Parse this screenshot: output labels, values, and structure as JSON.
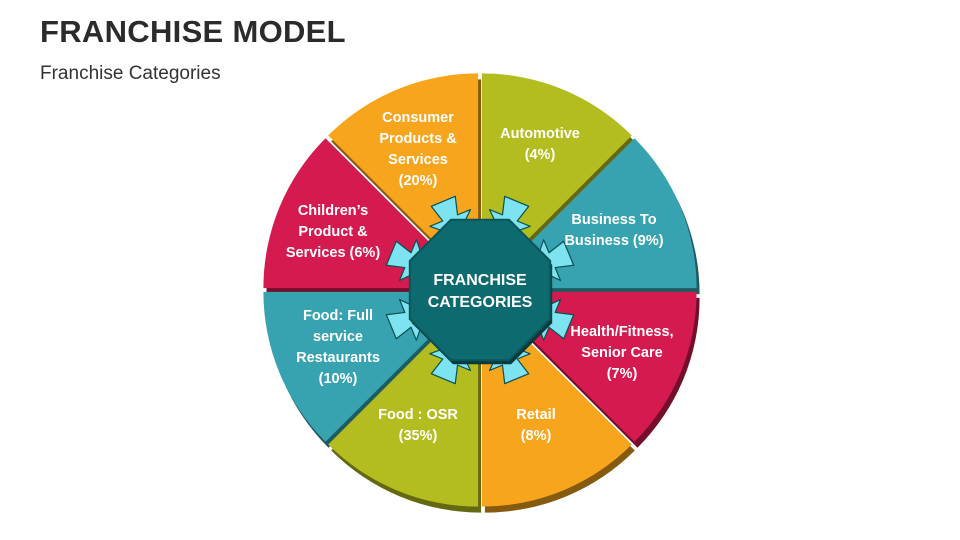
{
  "header": {
    "title": "FRANCHISE MODEL",
    "subtitle": "Franchise Categories"
  },
  "center": {
    "lines": [
      "FRANCHISE",
      "CATEGORIES"
    ],
    "color": "#0d6a6f",
    "arrow_color": "#7de3f0"
  },
  "segments": [
    {
      "lines": [
        "Automotive",
        "(4%)"
      ],
      "color": "#b4bd1f"
    },
    {
      "lines": [
        "Business To",
        "Business (9%)"
      ],
      "color": "#37a3b0"
    },
    {
      "lines": [
        "Health/Fitness,",
        "Senior Care",
        "(7%)"
      ],
      "color": "#d51a4f"
    },
    {
      "lines": [
        "Retail",
        "(8%)"
      ],
      "color": "#f6a51c"
    },
    {
      "lines": [
        "Food : OSR",
        "(35%)"
      ],
      "color": "#b4bd1f"
    },
    {
      "lines": [
        "Food: Full",
        "service",
        "Restaurants",
        "(10%)"
      ],
      "color": "#37a3b0"
    },
    {
      "lines": [
        "Children’s",
        "Product &",
        "Services (6%)"
      ],
      "color": "#d51a4f"
    },
    {
      "lines": [
        "Consumer",
        "Products &",
        "Services",
        "(20%)"
      ],
      "color": "#f6a51c"
    }
  ]
}
